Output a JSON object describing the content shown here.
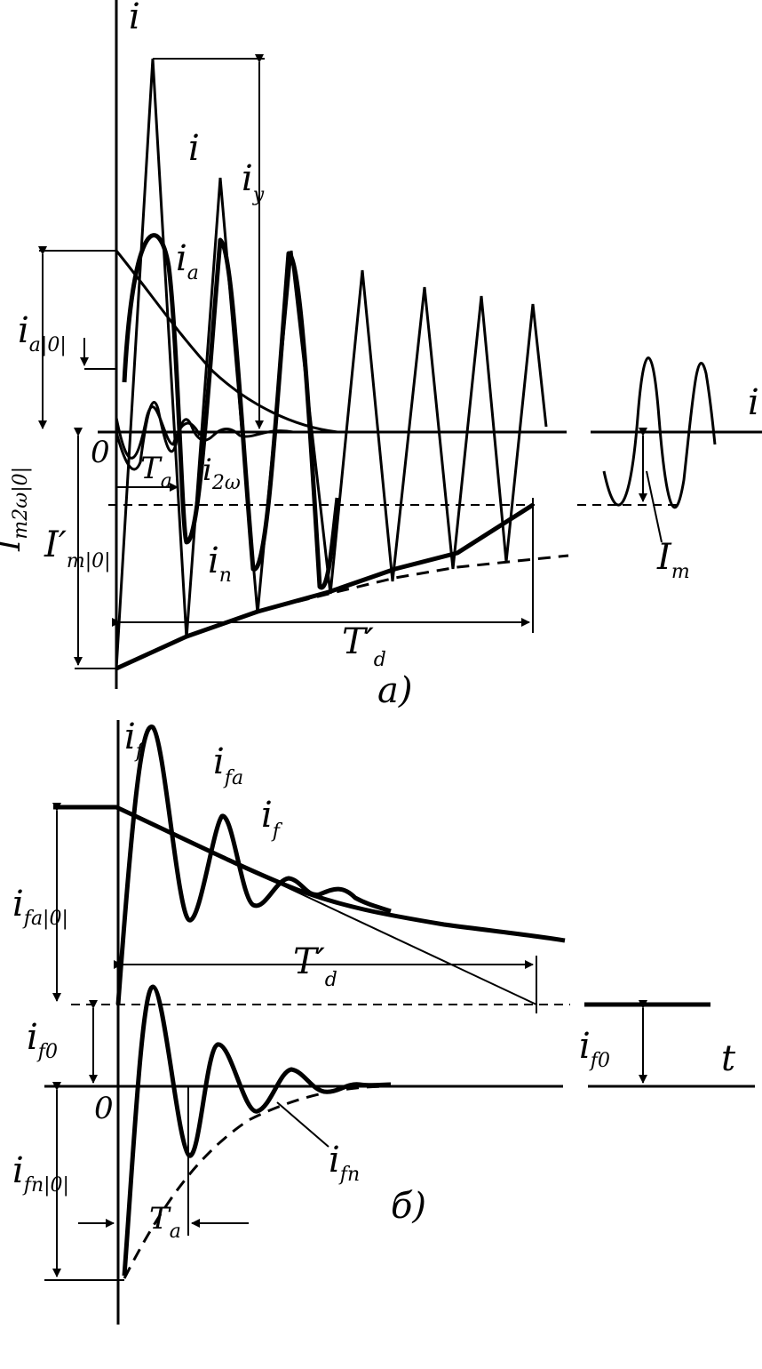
{
  "diagram_a": {
    "axis_label_i": "i",
    "axis_label_i_right": "i",
    "origin": "0",
    "curve_i": "i",
    "curve_ia": "i",
    "curve_ia_sub": "a",
    "curve_i2w": "i",
    "curve_i2w_sub": "2ω",
    "curve_in": "i",
    "curve_in_sub": "n",
    "iy": "i",
    "iy_sub": "y",
    "ia0": "i",
    "ia0_sub": "a|0|",
    "Im2w0": "I",
    "Im2w0_sub": "m2ω|0|",
    "Im0": "I",
    "Im0_prime": "′",
    "Im0_sub": "m|0|",
    "Ta": "T",
    "Ta_sub": "a",
    "Td": "T",
    "Td_prime": "′",
    "Td_sub": "d",
    "Im": "I",
    "Im_sub": "m",
    "caption": "a)"
  },
  "diagram_b": {
    "axis_label_if": "i",
    "axis_label_if_sub": "f",
    "origin": "0",
    "t_label": "t",
    "curve_ifa": "i",
    "curve_ifa_sub": "fa",
    "curve_if": "i",
    "curve_if_sub": "f",
    "ifa0": "i",
    "ifa0_sub": "fa|0|",
    "Td": "T",
    "Td_prime": "′",
    "Td_sub": "d",
    "if0": "i",
    "if0_sub": "f0",
    "if0_right": "i",
    "if0_right_sub": "f0",
    "ifn0": "i",
    "ifn0_sub": "fn|0|",
    "curve_ifn": "i",
    "curve_ifn_sub": "fn",
    "Ta": "T",
    "Ta_sub": "a",
    "caption": "б)"
  }
}
